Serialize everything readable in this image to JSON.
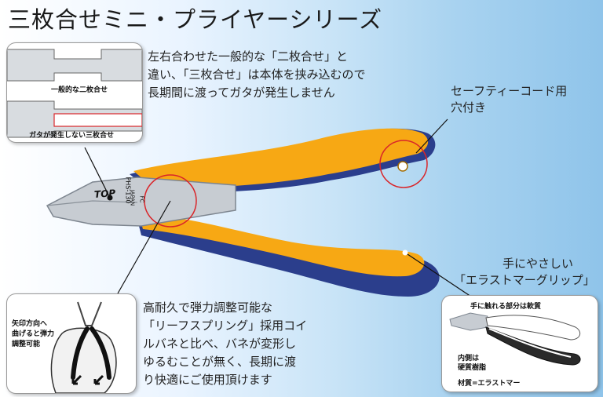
{
  "title": "三枚合せミニ・プライヤーシリーズ",
  "description_lines": [
    "左右合わせた一般的な「二枚合せ」と",
    "違い、「三枚合せ」は本体を挟み込むので",
    "長期間に渡ってガタが発生しません"
  ],
  "joint_box": {
    "label_two": "一般的な二枚合せ",
    "label_three": "ガタが発生しない三枚合せ"
  },
  "safety_cord": {
    "lines": [
      "セーフティーコード用",
      "穴付き"
    ]
  },
  "grip": {
    "lines": [
      "手にやさしい",
      "「エラストマーグリップ」"
    ]
  },
  "spring_text": {
    "lines": [
      "高耐久で弾力調整可能な",
      "「リーフスプリング」採用コイ",
      "ルバネと比べ、バネが変形し",
      "ゆるむことが無く、長期に渡",
      "り快適にご使用頂けます"
    ]
  },
  "spring_box": {
    "lines": [
      "矢印方向へ",
      "曲げると弾力",
      "調整可能"
    ]
  },
  "grip_box": {
    "label_top": "手に触れる部分は軟質",
    "label_inner_lines": [
      "内側は",
      "硬質樹脂"
    ],
    "label_material": "材質=エラストマー"
  },
  "tool_markings": {
    "brand": "TOP",
    "model": "PHS-130",
    "origin": "JAPAN",
    "code": "FC"
  },
  "colors": {
    "handle_orange": "#f7a814",
    "handle_blue": "#2b3e8c",
    "highlight_circle": "#d9252a",
    "steel": "#c7ccd2"
  }
}
